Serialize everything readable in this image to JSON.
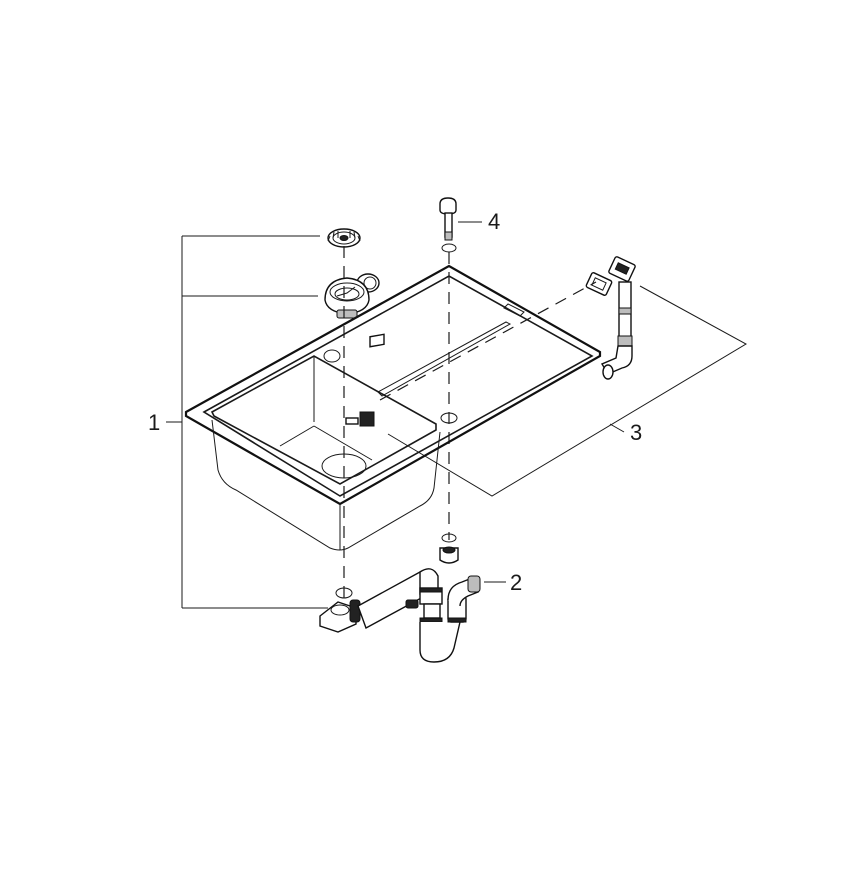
{
  "diagram": {
    "type": "exploded-parts-view",
    "subject": "kitchen sink with drain set",
    "colors": {
      "line": "#1a1a1a",
      "background": "#ffffff"
    },
    "callouts": [
      {
        "id": "1",
        "label": "1",
        "parts": [
          "strainer basket",
          "drain body",
          "sink basin",
          "overflow outlet elbow"
        ]
      },
      {
        "id": "2",
        "label": "2",
        "parts": [
          "siphon trap assembly"
        ]
      },
      {
        "id": "3",
        "label": "3",
        "parts": [
          "overflow cover",
          "overflow gasket",
          "overflow pipe"
        ]
      },
      {
        "id": "4",
        "label": "4",
        "parts": [
          "tap hole plug"
        ]
      }
    ]
  }
}
